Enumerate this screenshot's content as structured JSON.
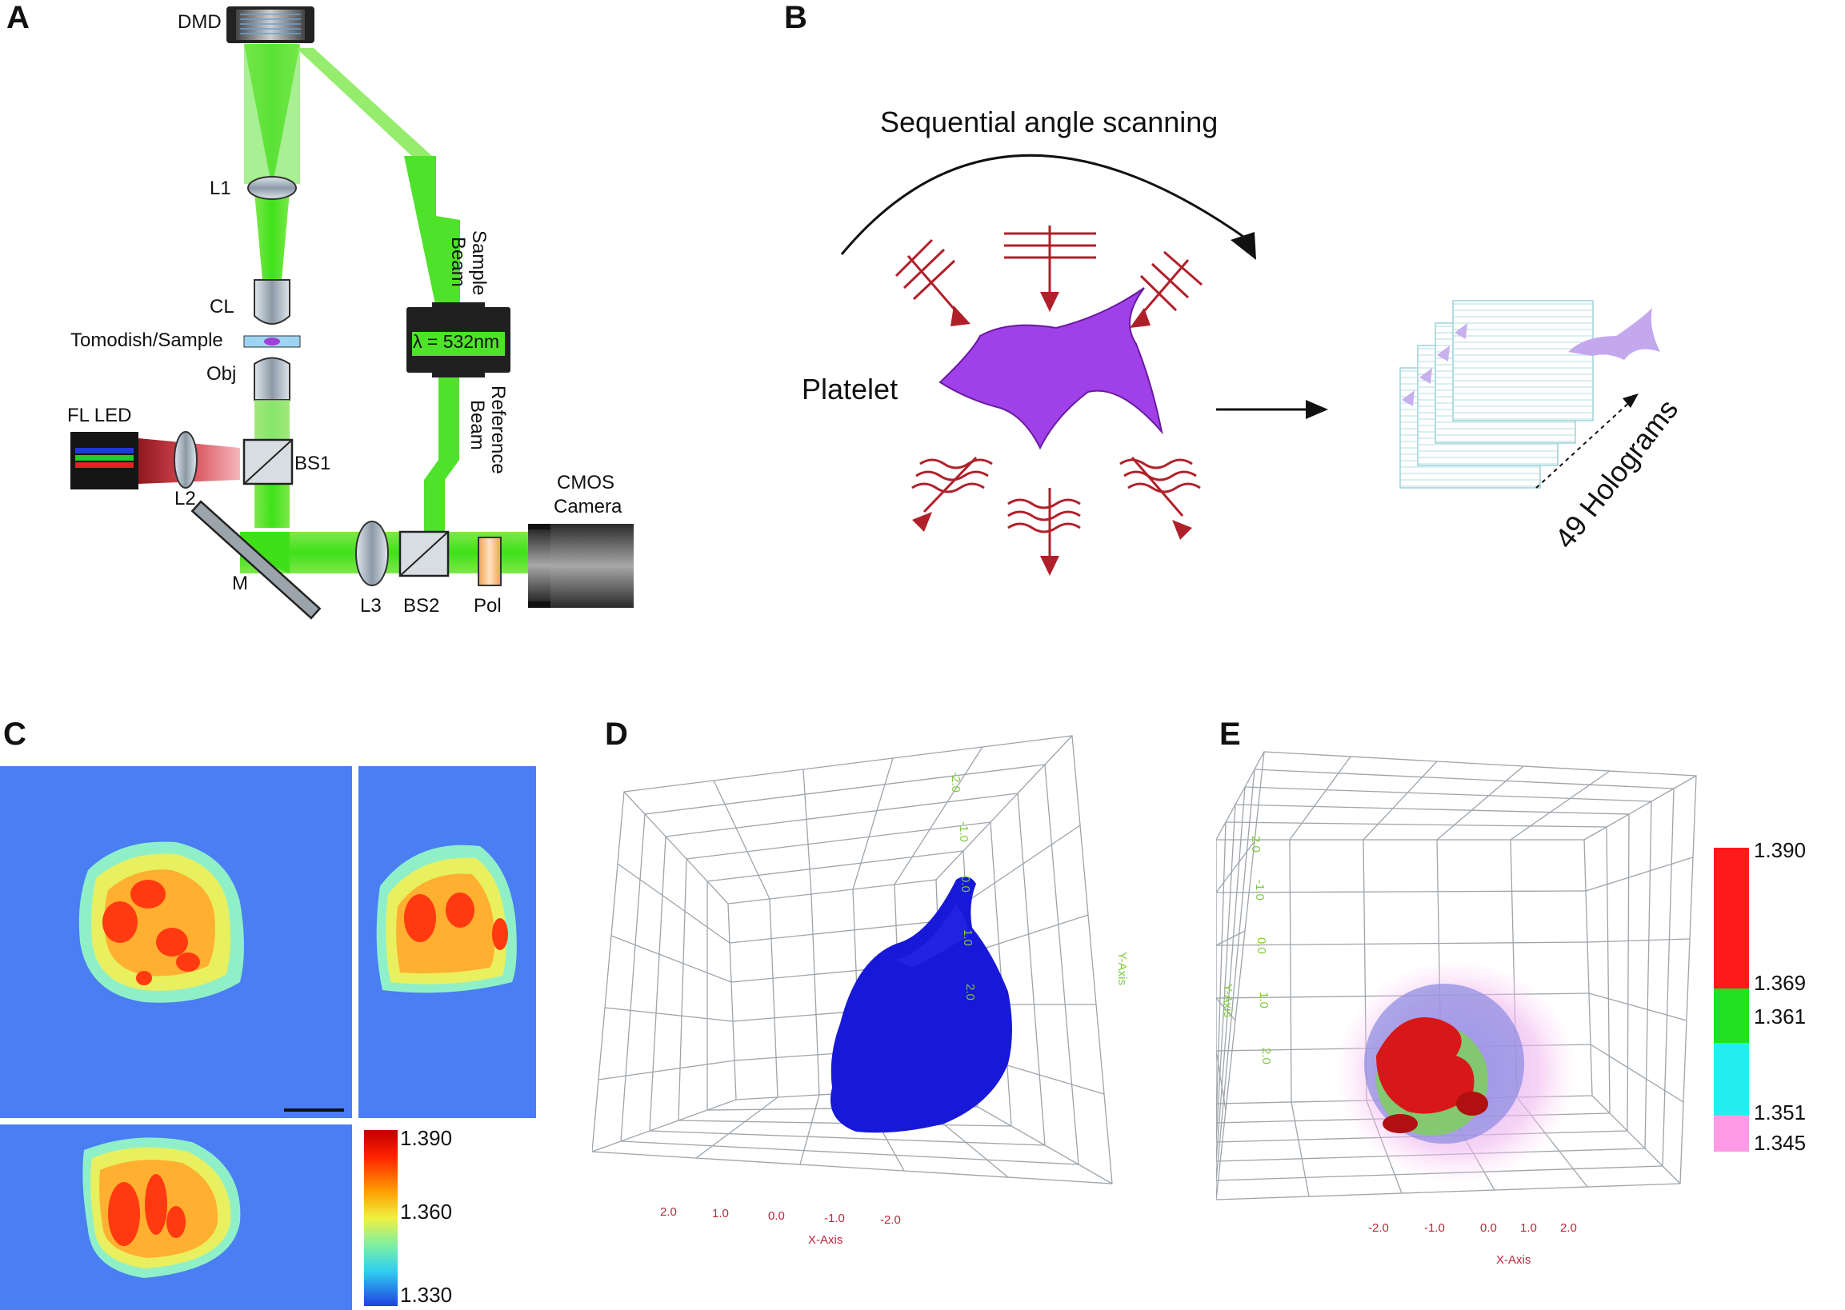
{
  "panels": {
    "a": "A",
    "b": "B",
    "c": "C",
    "d": "D",
    "e": "E"
  },
  "panel_a": {
    "dmd": "DMD",
    "l1": "L1",
    "cl": "CL",
    "tomodish": "Tomodish/Sample",
    "obj": "Obj",
    "fl_led": "FL LED",
    "l2": "L2",
    "bs1": "BS1",
    "m": "M",
    "l3": "L3",
    "bs2": "BS2",
    "pol": "Pol",
    "cmos": "CMOS",
    "camera": "Camera",
    "laser": "λ = 532nm",
    "sample_beam_1": "Sample",
    "sample_beam_2": "Beam",
    "reference_beam_1": "Reference",
    "reference_beam_2": "Beam"
  },
  "panel_b": {
    "scanning": "Sequential angle scanning",
    "platelet": "Platelet",
    "holograms": "49 Holograms"
  },
  "panel_c": {
    "colorbar": [
      "1.390",
      "1.360",
      "1.330"
    ]
  },
  "panel_d": {
    "x_axis": "X-Axis",
    "y_axis": "Y-Axis",
    "x_ticks": [
      "2.0",
      "1.0",
      "0.0",
      "-1.0",
      "-2.0"
    ],
    "y_ticks": [
      "-2.0",
      "-1.0",
      "0.0",
      "1.0",
      "2.0"
    ]
  },
  "panel_e": {
    "x_axis": "X-Axis",
    "y_axis": "Y-Axis",
    "x_ticks": [
      "-2.0",
      "-1.0",
      "0.0",
      "1.0",
      "2.0"
    ],
    "y_ticks": [
      "-2.0",
      "-1.0",
      "0.0",
      "1.0",
      "2.0"
    ],
    "colorbar": [
      "1.390",
      "1.369",
      "1.361",
      "1.351",
      "1.345"
    ],
    "colors": [
      "#ff1a1a",
      "#22e022",
      "#22eef0",
      "#ff9ae6"
    ]
  }
}
